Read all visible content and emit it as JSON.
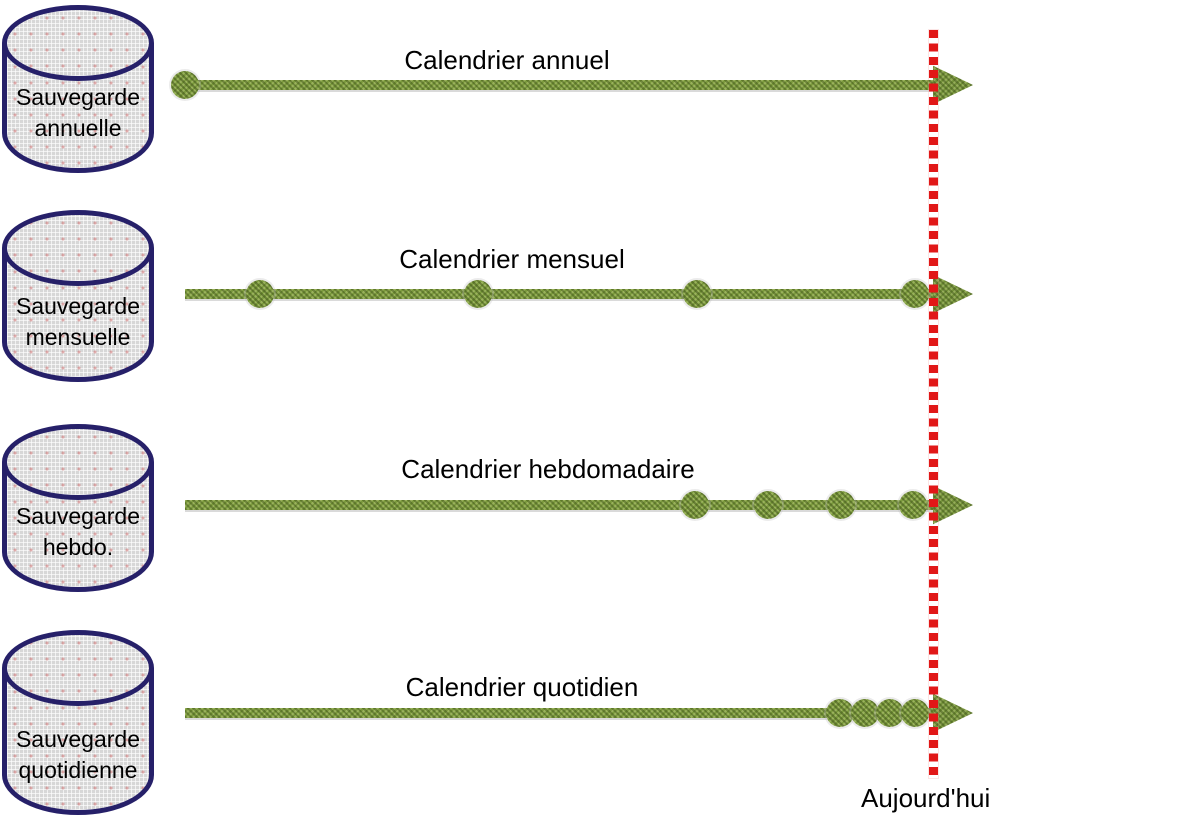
{
  "diagram": {
    "today_label": "Aujourd'hui",
    "colors": {
      "timeline_green": "#7b9a3d",
      "today_red": "#e11717",
      "cylinder_border": "#262069",
      "cylinder_fill": "#d7d7d7"
    },
    "rows": [
      {
        "backup_label": "Sauvegarde annuelle",
        "backup_label_lines": [
          "Sauvegarde",
          "annuelle"
        ],
        "timeline_label": "Calendrier annuel",
        "points_x": [
          185
        ]
      },
      {
        "backup_label": "Sauvegarde mensuelle",
        "backup_label_lines": [
          "Sauvegarde",
          "mensuelle"
        ],
        "timeline_label": "Calendrier mensuel",
        "points_x": [
          260,
          478,
          697,
          915
        ]
      },
      {
        "backup_label": "Sauvegarde hebdo.",
        "backup_label_lines": [
          "Sauvegarde",
          "hebdo."
        ],
        "timeline_label": "Calendrier hebdomadaire",
        "points_x": [
          695,
          768,
          841,
          913
        ]
      },
      {
        "backup_label": "Sauvegarde quotidienne",
        "backup_label_lines": [
          "Sauvegarde",
          "quotidienne"
        ],
        "timeline_label": "Calendrier quotidien",
        "points_x": [
          840,
          865,
          890,
          915
        ]
      }
    ]
  }
}
